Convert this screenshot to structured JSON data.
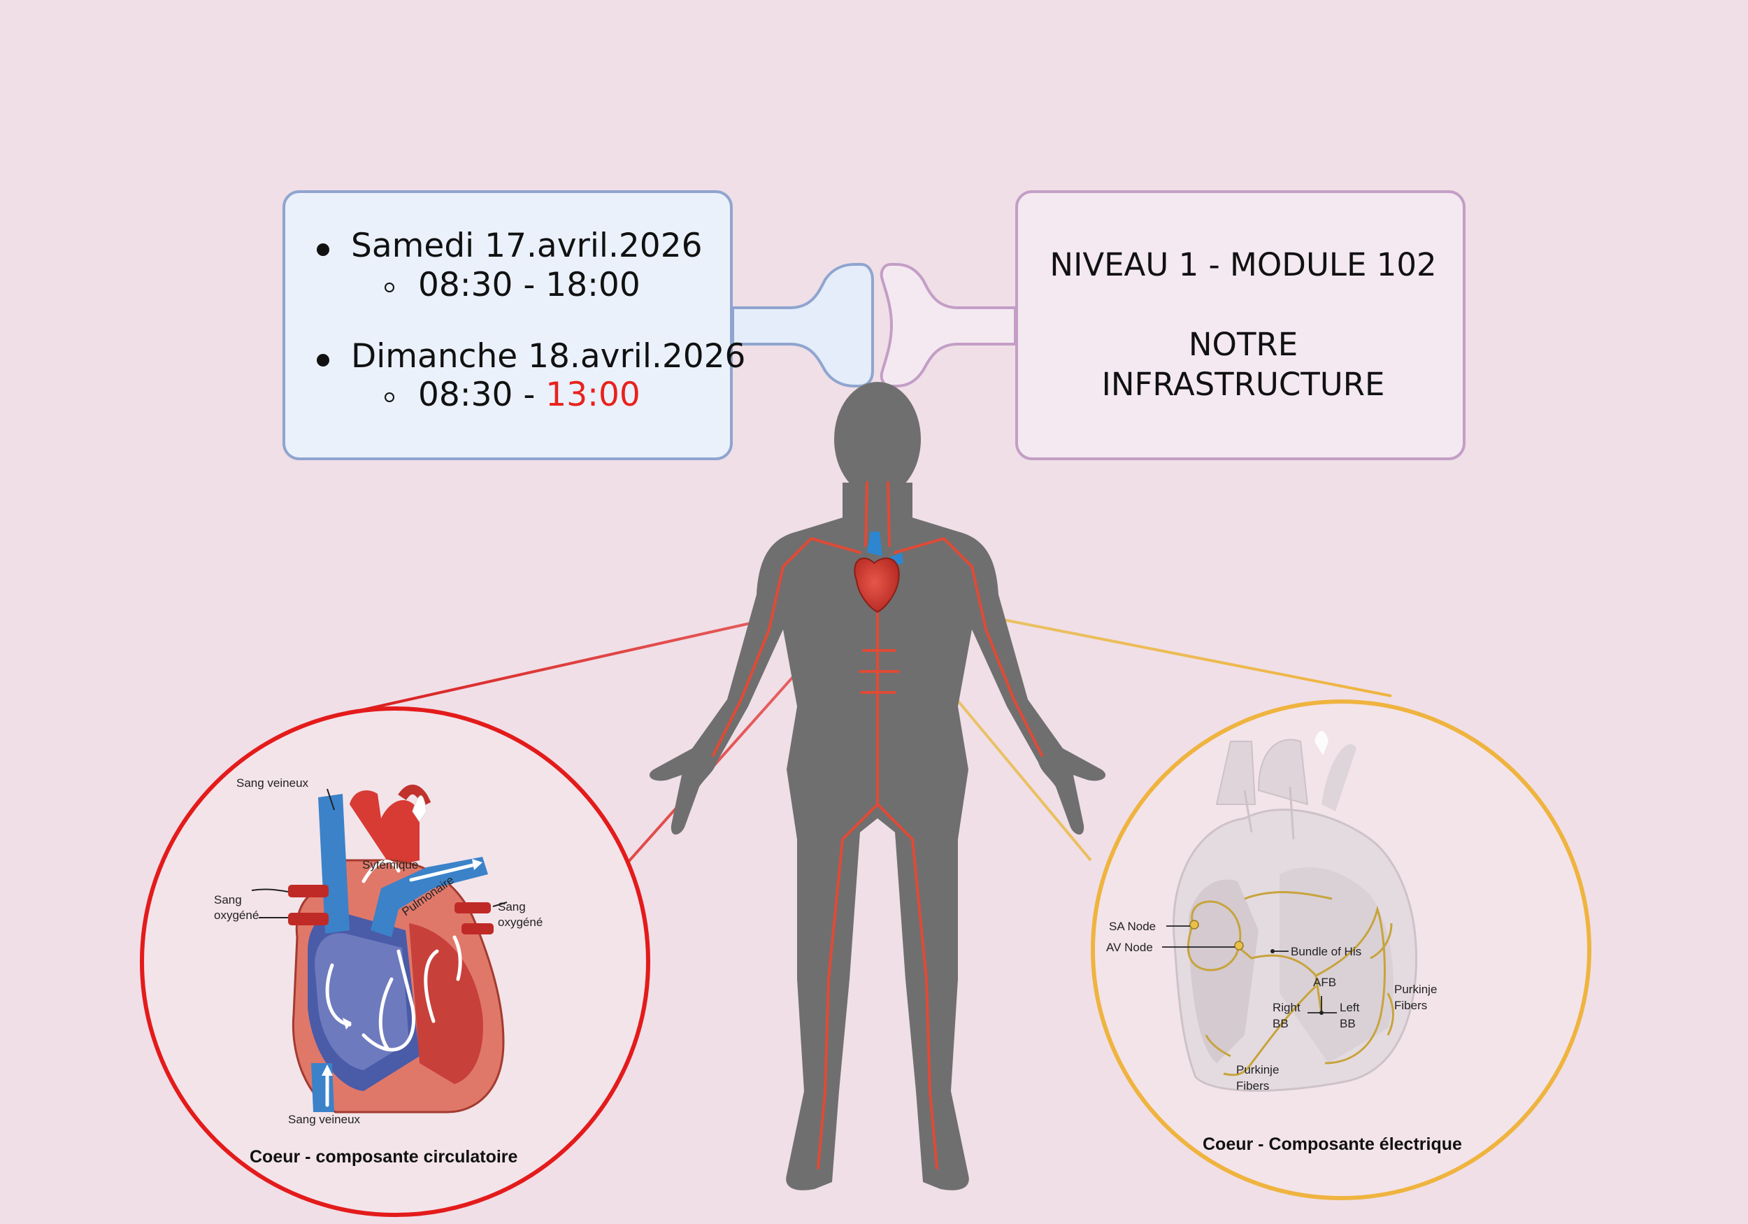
{
  "schedule": {
    "day1": {
      "label": "Samedi 17.avril.2026",
      "time": "08:30 - 18:00"
    },
    "day2": {
      "label": "Dimanche 18.avril.2026",
      "time_start": "08:30 - ",
      "time_end": "13:00"
    }
  },
  "title": {
    "line1": "NIVEAU 1 - MODULE 102",
    "line2": "NOTRE",
    "line3": "INFRASTRUCTURE"
  },
  "left_detail": {
    "caption": "Coeur - composante circulatoire",
    "labels": {
      "venous_top": "Sang veineux",
      "venous_bottom": "Sang veineux",
      "systemic": "Sytémique",
      "pulmonary": "Pulmonaire",
      "oxy_left_1": "Sang",
      "oxy_left_2": "oxygéné",
      "oxy_right_1": "Sang",
      "oxy_right_2": "oxygéné"
    }
  },
  "right_detail": {
    "caption": "Coeur - Composante électrique",
    "labels": {
      "sa_node": "SA Node",
      "av_node": "AV Node",
      "bundle": "Bundle of His",
      "afb": "AFB",
      "right_bb_1": "Right",
      "right_bb_2": "BB",
      "left_bb_1": "Left",
      "left_bb_2": "BB",
      "purkinje_r_1": "Purkinje",
      "purkinje_r_2": "Fibers",
      "purkinje_b_1": "Purkinje",
      "purkinje_b_2": "Fibers"
    }
  },
  "colors": {
    "background": "#f0dfe7",
    "schedule_fill": "#eaf1fb",
    "schedule_border": "#8fa5cf",
    "title_fill": "#f4e9f1",
    "title_border": "#c39ec5",
    "red_circle": "#e31b1b",
    "yellow_circle": "#efb43f",
    "highlight_time": "#e8221c"
  }
}
